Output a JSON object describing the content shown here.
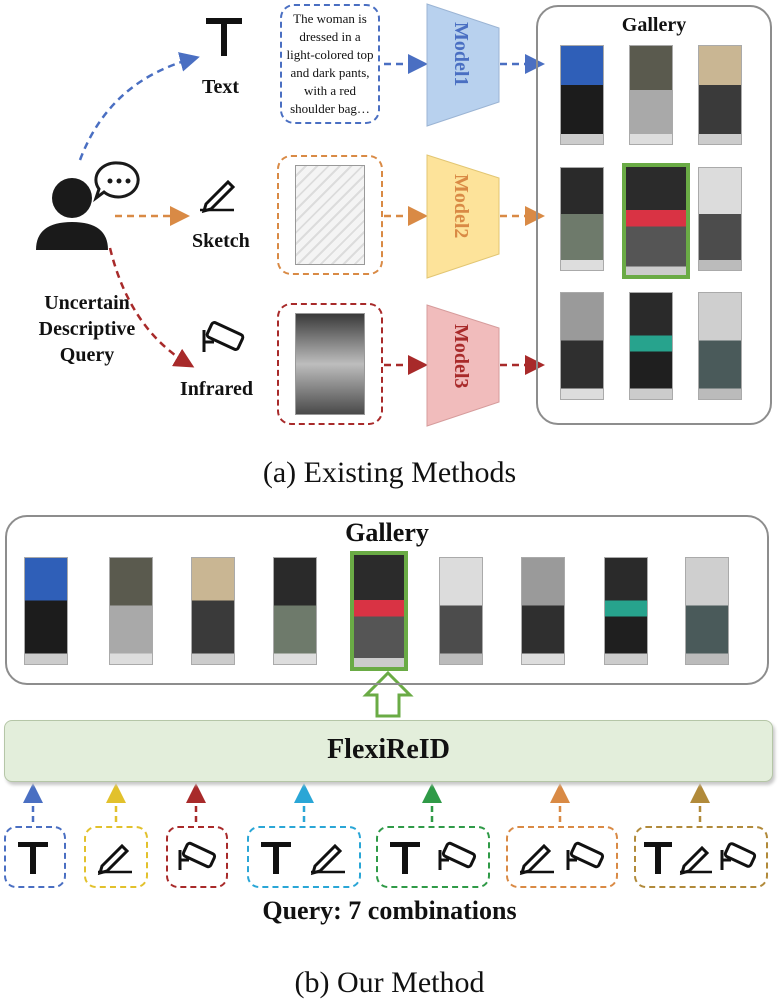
{
  "part_a": {
    "caption": "(a) Existing Methods",
    "query_label": [
      "Uncertain",
      "Descriptive",
      "Query"
    ],
    "modalities": {
      "text": "Text",
      "sketch": "Sketch",
      "infrared": "Infrared"
    },
    "text_query": [
      "The woman is",
      "dressed in a",
      "light-colored top",
      "and dark pants,",
      "with a red",
      "shoulder bag…"
    ],
    "models": [
      "Model1",
      "Model2",
      "Model3"
    ],
    "gallery_title": "Gallery"
  },
  "part_b": {
    "caption": "(b) Our Method",
    "gallery_title": "Gallery",
    "model_name": "FlexiReID",
    "query_title": "Query: 7 combinations"
  },
  "colors": {
    "text": "#4a6fc2",
    "sketch": "#d98a45",
    "infrared": "#a82a2a",
    "selected": "#6aab45",
    "model1_fill": "#b8d1ee",
    "model2_fill": "#fde39a",
    "model3_fill": "#f1bcbc",
    "model_fill": "#e3eedb"
  },
  "icons": [
    "person-icon",
    "speech-bubble-icon",
    "text-icon",
    "pencil-icon",
    "camera-icon"
  ]
}
